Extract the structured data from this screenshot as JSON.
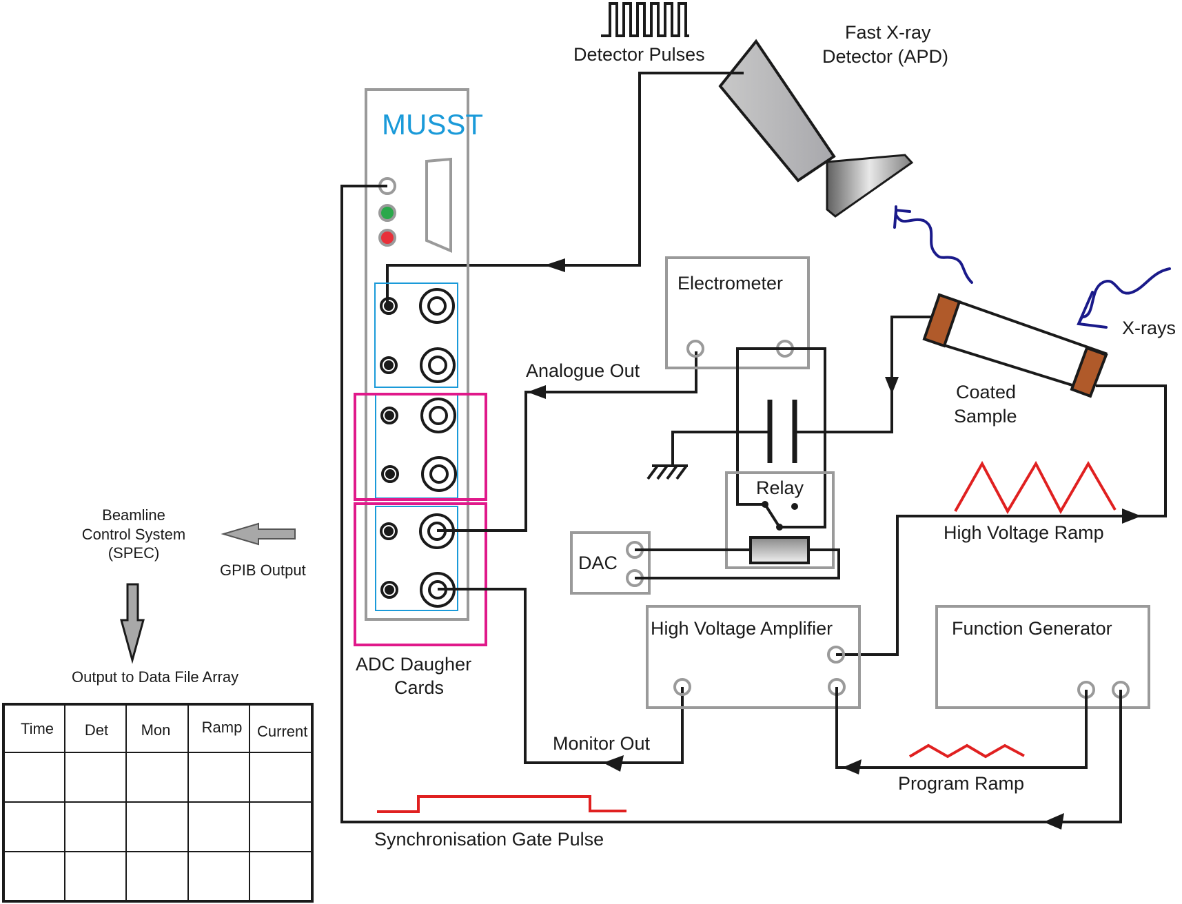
{
  "detector": {
    "pulses_label": "Detector Pulses",
    "title_line1": "Fast X-ray",
    "title_line2": "Detector (APD)"
  },
  "musst": {
    "title": "MUSST",
    "adc_line1": "ADC Daugher",
    "adc_line2": "Cards"
  },
  "electrometer": {
    "title": "Electrometer"
  },
  "labels": {
    "analogue_out": "Analogue Out",
    "monitor_out": "Monitor Out",
    "program_ramp": "Program Ramp",
    "high_voltage_ramp": "High Voltage Ramp",
    "sync_gate": "Synchronisation Gate Pulse",
    "xrays": "X-rays",
    "sample_line1": "Coated",
    "sample_line2": "Sample",
    "relay": "Relay",
    "dac": "DAC",
    "hva": "High Voltage Amplifier",
    "function_generator": "Function Generator"
  },
  "control": {
    "line1": "Beamline",
    "line2": "Control System",
    "line3": "(SPEC)",
    "gpib": "GPIB Output",
    "output": "Output to Data File Array"
  },
  "table": {
    "columns": [
      "Time",
      "Det",
      "Mon",
      "Ramp",
      "Current"
    ],
    "empty_rows": 3
  },
  "colors": {
    "musst_blue": "#1a9ad9",
    "adc_magenta": "#e0198a",
    "pulse_red": "#e02020",
    "xray_blue": "#1a1a8a",
    "sample_end": "#b05a2a",
    "led_green": "#2aa84a",
    "led_red": "#e8303a"
  }
}
